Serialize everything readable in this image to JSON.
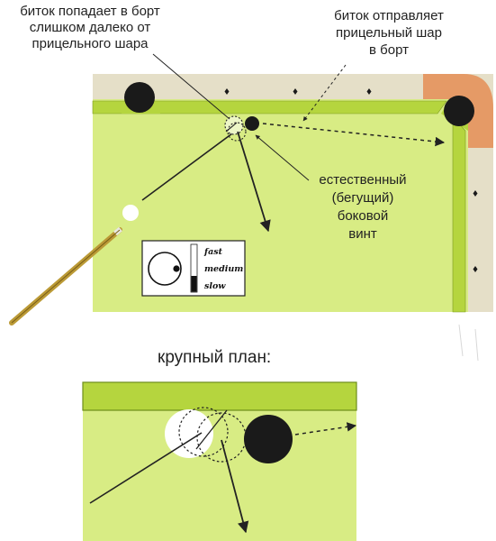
{
  "annotations": {
    "miss_too_far": [
      "биток попадает в борт",
      "слишком далеко от",
      "прицельного шара"
    ],
    "sends_to_rail": [
      "биток отправляет",
      "прицельный шар",
      "в борт"
    ],
    "natural_english": [
      "естественный",
      "(бегущий)",
      "боковой",
      "винт"
    ]
  },
  "legend": {
    "speeds": [
      "fast",
      "medium",
      "slow"
    ],
    "selected_speed": "slow"
  },
  "closeup": {
    "title": "крупный план:"
  },
  "colors": {
    "cloth": "#d8ec84",
    "cushion": "#b5d53e",
    "rail_wood": "#e5dfc8",
    "rail_corner": "#e59a66",
    "cue_stick": "#bb9a36",
    "ball_dark": "#1a1a1a"
  }
}
